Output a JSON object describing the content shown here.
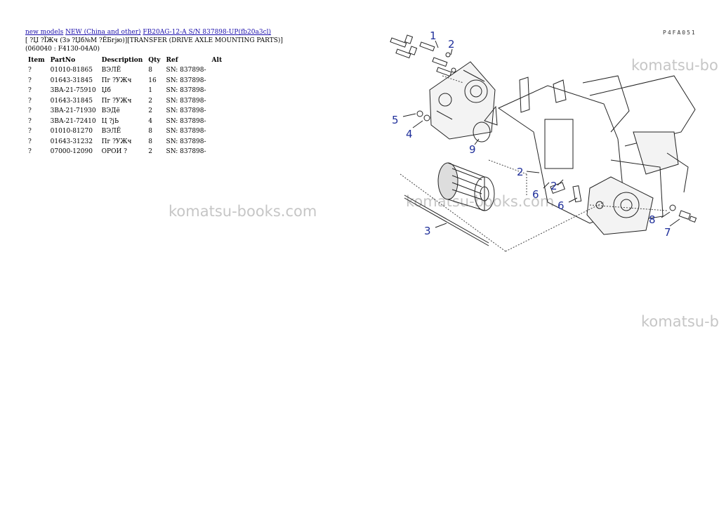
{
  "breadcrumb": {
    "links": [
      "new models",
      "NEW (China and other)",
      "FB20AG-12-A S/N 837898-UP(fb20a3cl)"
    ]
  },
  "page_title": "[ ?Џ ?ЇЖч (Зэ ?Џб№М ?ЁБгјю)][TRANSFER (DRIVE AXLE MOUNTING PARTS)](060040 : F4130-04A0)",
  "table": {
    "headers": [
      "Item",
      "PartNo",
      "Description",
      "Qty",
      "Ref",
      "Alt"
    ],
    "rows": [
      [
        "?",
        "01010-81865",
        "ВЭЛЁ",
        "8",
        "SN: 837898-",
        ""
      ],
      [
        "?",
        "01643-31845",
        "Пг ?УЖч",
        "16",
        "SN: 837898-",
        ""
      ],
      [
        "?",
        "3BA-21-75910",
        "Џб",
        "1",
        "SN: 837898-",
        ""
      ],
      [
        "?",
        "01643-31845",
        "Пг ?УЖч",
        "2",
        "SN: 837898-",
        ""
      ],
      [
        "?",
        "3BA-21-71930",
        "ВЭДё",
        "2",
        "SN: 837898-",
        ""
      ],
      [
        "?",
        "3BA-21-72410",
        "Ц ?јЬ",
        "4",
        "SN: 837898-",
        ""
      ],
      [
        "?",
        "01010-81270",
        "ВЭЛЁ",
        "8",
        "SN: 837898-",
        ""
      ],
      [
        "?",
        "01643-31232",
        "Пг ?УЖч",
        "8",
        "SN: 837898-",
        ""
      ],
      [
        "?",
        "07000-12090",
        "ОРОИ ?",
        "2",
        "SN: 837898-",
        ""
      ]
    ]
  },
  "figure_code": "P4FA051",
  "watermarks": [
    "komatsu-books.com",
    "komatsu-books.com",
    "komatsu-bo",
    "komatsu-b"
  ],
  "callouts": [
    "1",
    "2",
    "5",
    "4",
    "9",
    "2",
    "6",
    "2",
    "6",
    "3",
    "8",
    "7"
  ],
  "colors": {
    "link": "#1a0dab",
    "callout": "#1f2f9a",
    "watermark": "#c6c6c6"
  }
}
